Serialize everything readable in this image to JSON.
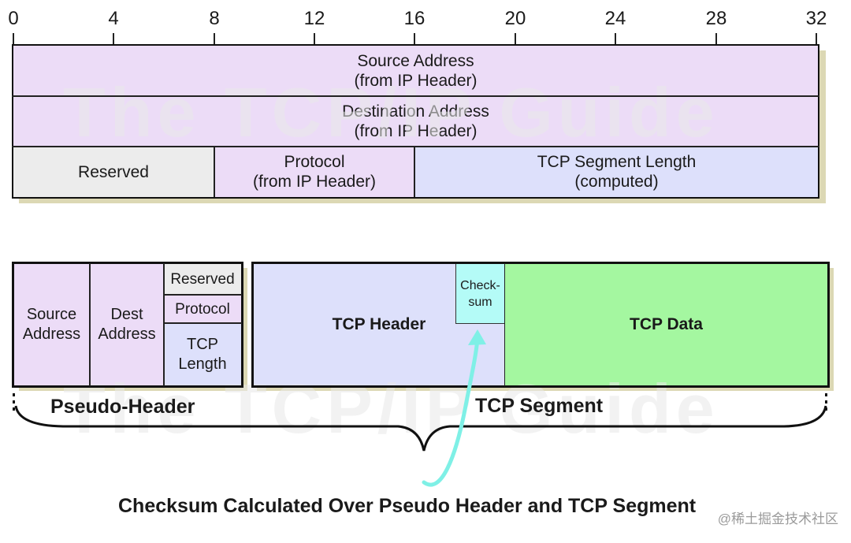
{
  "ruler": {
    "ticks": [
      "0",
      "4",
      "8",
      "12",
      "16",
      "20",
      "24",
      "28",
      "32"
    ]
  },
  "pseudo_header_table": {
    "source_address": {
      "line1": "Source Address",
      "line2": "(from IP Header)"
    },
    "destination_address": {
      "line1": "Destination Address",
      "line2": "(from IP Header)"
    },
    "reserved": "Reserved",
    "protocol": {
      "line1": "Protocol",
      "line2": "(from IP Header)"
    },
    "tcp_segment_length": {
      "line1": "TCP Segment Length",
      "line2": "(computed)"
    }
  },
  "bottom": {
    "source": {
      "line1": "Source",
      "line2": "Address"
    },
    "dest": {
      "line1": "Dest",
      "line2": "Address"
    },
    "reserved": "Reserved",
    "protocol": "Protocol",
    "tcp_length": {
      "line1": "TCP",
      "line2": "Length"
    },
    "tcp_header": "TCP Header",
    "checksum": {
      "line1": "Check-",
      "line2": "sum"
    },
    "tcp_data": "TCP Data",
    "pseudo_header_label": "Pseudo-Header",
    "tcp_segment_label": "TCP Segment",
    "caption": "Checksum Calculated Over Pseudo Header and TCP Segment"
  },
  "watermark": "The TCP/IP Guide",
  "credit": "@稀土掘金技术社区",
  "colors": {
    "purple": "#ecdcf7",
    "grey": "#ececec",
    "lavender": "#dde0fb",
    "green": "#a4f7a0",
    "cyan": "#b4fbf7",
    "arrow": "#7ff0e6",
    "shadow": "#dcd8b4"
  }
}
